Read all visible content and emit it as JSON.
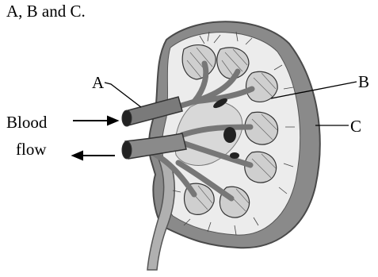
{
  "caption": "A, B and C.",
  "labels": {
    "a": "A",
    "b": "B",
    "c": "C",
    "flow_line1": "Blood",
    "flow_line2": "flow"
  }
}
